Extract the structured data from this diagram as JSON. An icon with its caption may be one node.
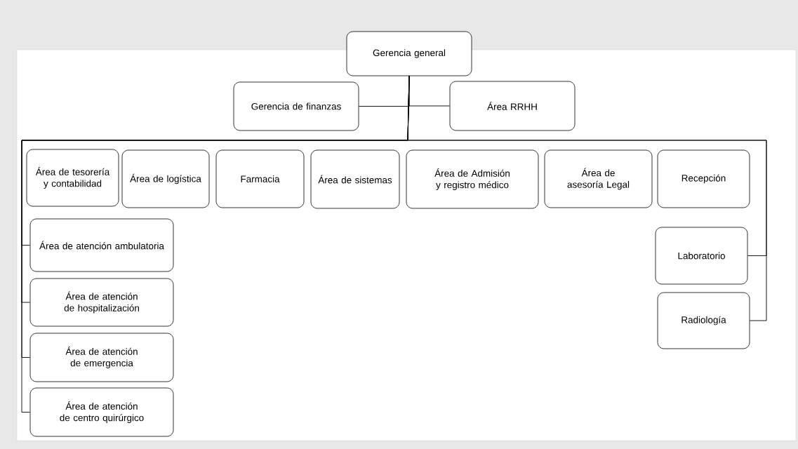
{
  "diagram": {
    "nodes": [
      {
        "text": [
          "Gerencia general"
        ]
      },
      {
        "text": [
          "Gerencia de finanzas"
        ]
      },
      {
        "text": [
          "Área RRHH"
        ]
      },
      {
        "text": [
          "Área de tesorería y contabilidad"
        ]
      },
      {
        "text": [
          "Área de logística"
        ]
      },
      {
        "text": [
          "Farmacia"
        ]
      },
      {
        "text": [
          "Área de sistemas"
        ]
      },
      {
        "text": [
          "Área de Admisión y registro médico"
        ]
      },
      {
        "text": [
          "Área de asesoría Legal"
        ]
      },
      {
        "text": [
          "Recepción"
        ]
      },
      {
        "text": [
          "Área de atención ambulatoria"
        ]
      },
      {
        "text": [
          "Área de atención de hospitalización"
        ]
      },
      {
        "text": [
          "Área de atención de emergencia"
        ]
      },
      {
        "text": [
          "Área de atención de centro quirúrgico"
        ]
      },
      {
        "text": [
          "Laboratorio"
        ]
      },
      {
        "text": [
          "Radiología"
        ]
      }
    ],
    "edges": [
      {
        "from": 0,
        "to": 1,
        "arrow": "none"
      },
      {
        "from": 0,
        "to": 2,
        "arrow": "none"
      },
      {
        "from": 0,
        "to": 10,
        "arrow": "none"
      },
      {
        "from": 0,
        "to": 11,
        "arrow": "none"
      },
      {
        "from": 0,
        "to": 12,
        "arrow": "none"
      },
      {
        "from": 0,
        "to": 13,
        "arrow": "none"
      },
      {
        "from": 0,
        "to": 14,
        "arrow": "none"
      },
      {
        "from": 0,
        "to": 15,
        "arrow": "none"
      }
    ]
  }
}
